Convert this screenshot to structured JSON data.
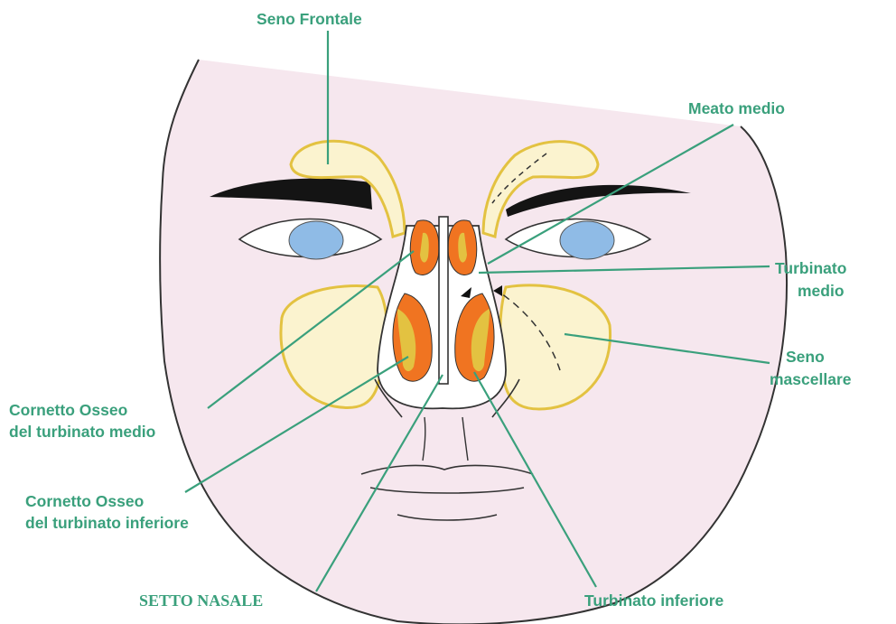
{
  "colors": {
    "label": "#3aa07c",
    "leader": "#3aa07c",
    "skin": "#f6e7ee",
    "outline": "#333333",
    "sinus_fill": "#fbf3cf",
    "sinus_edge": "#e3c241",
    "mucosa": "#f07421",
    "eye": "#8fbbe6",
    "brow": "#141414"
  },
  "labels": {
    "seno_frontale": "Seno Frontale",
    "meato_medio": "Meato medio",
    "turbinato_medio_1": "Turbinato",
    "turbinato_medio_2": "medio",
    "seno_mascellare_1": "Seno",
    "seno_mascellare_2": "mascellare",
    "cornetto_medio_1": "Cornetto Osseo",
    "cornetto_medio_2": "del turbinato medio",
    "cornetto_inferiore_1": "Cornetto Osseo",
    "cornetto_inferiore_2": "del turbinato inferiore",
    "setto_nasale": "SETTO NASALE",
    "turbinato_inferiore": "Turbinato inferiore"
  }
}
